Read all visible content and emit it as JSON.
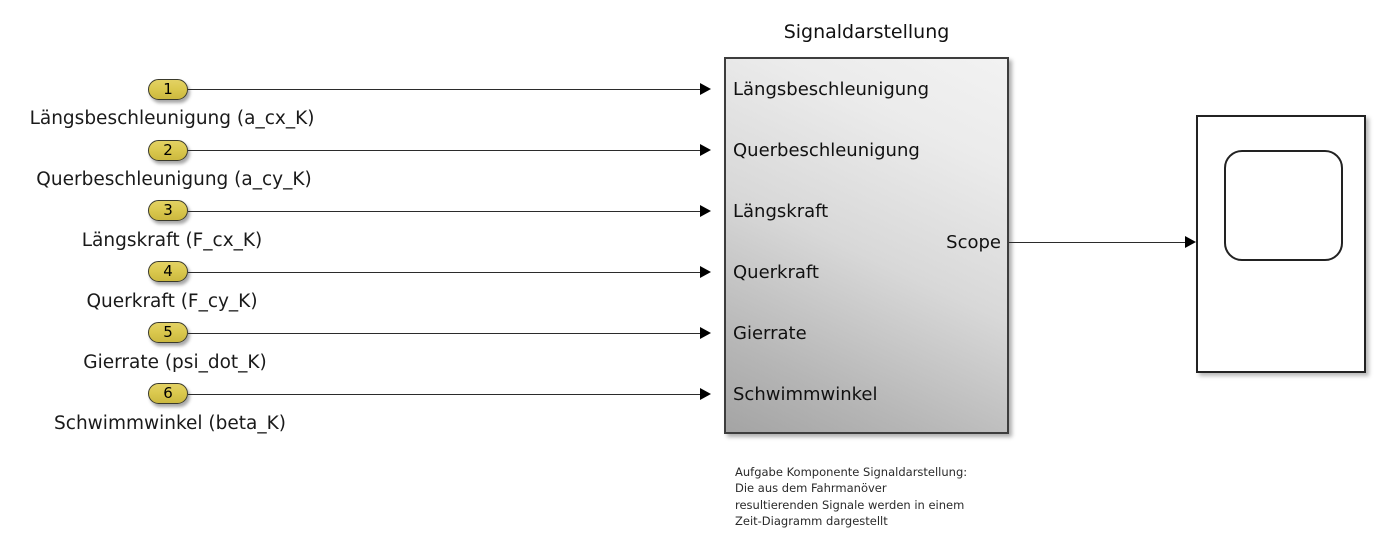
{
  "diagram": {
    "background_color": "#ffffff",
    "wire_color": "#2b2b2b",
    "port_fill_color": "#dbc94f",
    "block_border_color": "#3d3d3d"
  },
  "inputs": [
    {
      "number": "1",
      "caption": "Längsbeschleunigung (a_cx_K)"
    },
    {
      "number": "2",
      "caption": "Querbeschleunigung (a_cy_K)"
    },
    {
      "number": "3",
      "caption": "Längskraft (F_cx_K)"
    },
    {
      "number": "4",
      "caption": "Querkraft (F_cy_K)"
    },
    {
      "number": "5",
      "caption": "Gierrate (psi_dot_K)"
    },
    {
      "number": "6",
      "caption": "Schwimmwinkel (beta_K)"
    }
  ],
  "main_block": {
    "title": "Signaldarstellung",
    "inport_labels": [
      "Längsbeschleunigung",
      "Querbeschleunigung",
      "Längskraft",
      "Querkraft",
      "Gierrate",
      "Schwimmwinkel"
    ],
    "outport_label": "Scope"
  },
  "scope_block": {
    "name": "scope"
  },
  "annotation": {
    "text": "Aufgabe Komponente Signaldarstellung:\nDie aus dem Fahrmanöver\nresultierenden Signale werden in einem\nZeit-Diagramm dargestellt"
  }
}
